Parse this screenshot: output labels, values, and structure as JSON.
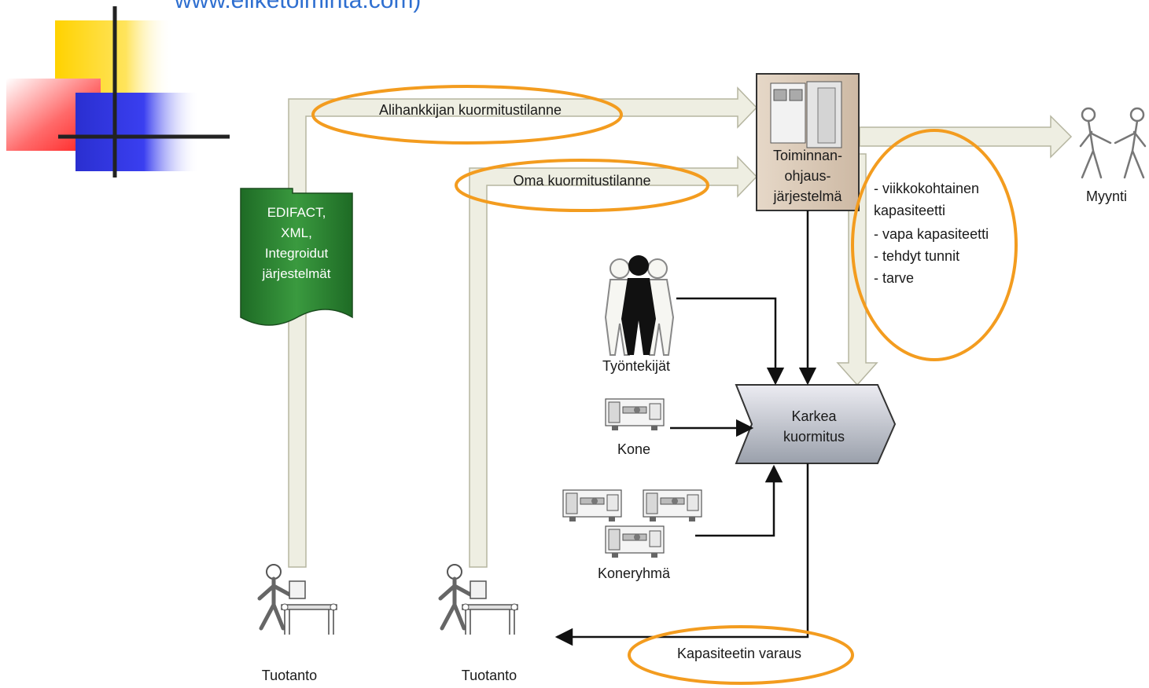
{
  "header": {
    "url_text": "www.eliketoiminta.com)"
  },
  "flows": {
    "subcontractor_load": "Alihankkijan kuormitustilanne",
    "own_load": "Oma kuormitustilanne",
    "capacity_reservation": "Kapasiteetin varaus"
  },
  "erp": {
    "lines": [
      "Toiminnan-",
      "ohjaus-",
      "järjestelmä"
    ]
  },
  "edifact": {
    "lines": [
      "EDIFACT,",
      "XML,",
      "Integroidut",
      "järjestelmät"
    ]
  },
  "capacity_info": {
    "lines": [
      "- viikkokohtainen",
      "kapasiteetti",
      "- vapa kapasiteetti",
      "- tehdyt tunnit",
      "- tarve"
    ]
  },
  "sales": {
    "label": "Myynti"
  },
  "resources": {
    "workers": "Työntekijät",
    "machine": "Kone",
    "machine_group": "Koneryhmä"
  },
  "process": {
    "lines": [
      "Karkea",
      "kuormitus"
    ]
  },
  "production": {
    "left": "Tuotanto",
    "right": "Tuotanto"
  },
  "colors": {
    "highlight": "#f39c1f",
    "flow_fill": "#eeeee2",
    "flow_stroke": "#b5b5a0",
    "edifact_green": "#2e7d32",
    "url_blue": "#2f6fd0"
  }
}
